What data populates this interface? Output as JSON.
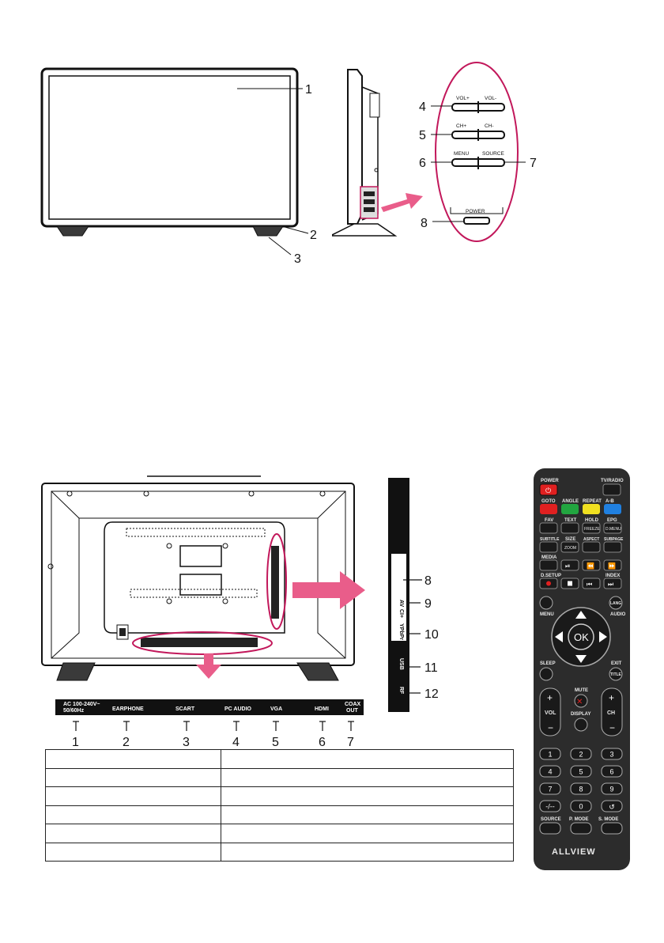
{
  "front_view": {
    "callouts": [
      "1",
      "2",
      "3"
    ]
  },
  "side_panel": {
    "buttons": [
      "VOL+",
      "VOL-",
      "CH+",
      "CH-",
      "MENU",
      "SOURCE",
      "POWER"
    ],
    "callouts": [
      "4",
      "5",
      "6",
      "7",
      "8"
    ]
  },
  "rear_view": {
    "ports": [
      "AC 100-240V~\n50/60Hz",
      "EARPHONE",
      "SCART",
      "PC AUDIO",
      "VGA",
      "HDMI",
      "COAX\nOUT"
    ],
    "port_callouts": [
      "1",
      "2",
      "3",
      "4",
      "5",
      "6",
      "7"
    ],
    "side_ports": [
      "CI+",
      "AV",
      "YPbPr",
      "USB",
      "RF"
    ],
    "side_callouts": [
      "8",
      "9",
      "10",
      "11",
      "12"
    ]
  },
  "spec_table": {
    "rows": [
      [
        "",
        ""
      ],
      [
        "",
        ""
      ],
      [
        "",
        ""
      ],
      [
        "",
        ""
      ],
      [
        "",
        ""
      ],
      [
        "",
        ""
      ]
    ]
  },
  "remote": {
    "brand": "ALLVIEW",
    "top_labels": [
      "POWER",
      "TV/RADIO"
    ],
    "color_labels": [
      "GOTO",
      "ANGLE",
      "REPEAT",
      "A-B"
    ],
    "row2_labels": [
      "FAV",
      "TEXT",
      "HOLD",
      "EPG"
    ],
    "row2_inner": [
      "FREEZE",
      "D.MENU"
    ],
    "row3_labels": [
      "SUBTITLE",
      "SIZE",
      "ASPECT",
      "SUBPAGE"
    ],
    "row3_inner": [
      "ZOOM"
    ],
    "media_label": "MEDIA",
    "row5_labels": [
      "D.SETUP",
      "INDEX"
    ],
    "nav_labels": [
      "MENU",
      "LANG",
      "AUDIO",
      "SLEEP",
      "EXIT",
      "TITLE"
    ],
    "ok": "OK",
    "mute": "MUTE",
    "display": "DISPLAY",
    "vol": "VOL",
    "ch": "CH",
    "digits": [
      "1",
      "2",
      "3",
      "4",
      "5",
      "6",
      "7",
      "8",
      "9",
      "-/--",
      "0"
    ],
    "bottom_labels": [
      "SOURCE",
      "P. MODE",
      "S. MODE"
    ]
  },
  "colors": {
    "accent_magenta": "#c2185b",
    "arrow_pink": "#e95d8a",
    "remote_body": "#2c2c2c",
    "key_red": "#e02020",
    "key_green": "#22a640",
    "key_yellow": "#f0e020",
    "key_blue": "#2080e0"
  }
}
